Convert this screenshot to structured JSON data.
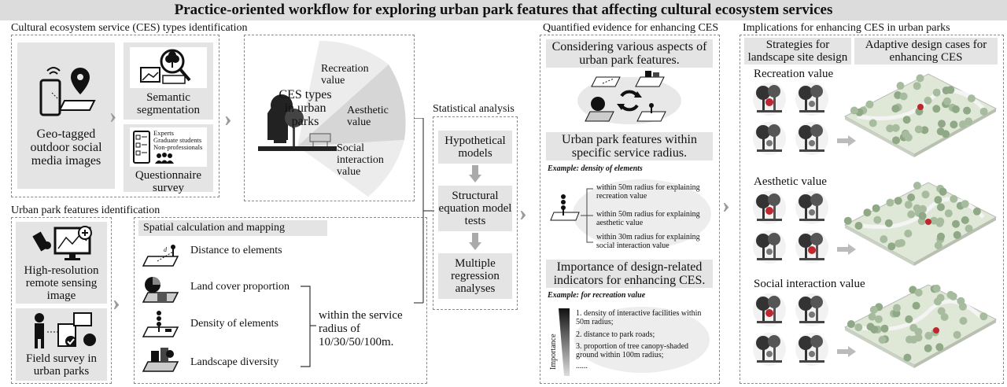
{
  "title": "Practice-oriented workflow for exploring urban park features that affecting cultural ecosystem services",
  "ces_section": {
    "title": "Cultural ecosystem service (CES) types identification",
    "geo_tagged": "Geo-tagged outdoor social media images",
    "semantic": "Semantic segmentation",
    "questionnaire": "Questionnaire survey",
    "respondents": [
      "Experts",
      "Graduate students",
      "Non-professionals"
    ],
    "ces_types_label": "CES types in urban parks",
    "recreation": "Recreation value",
    "aesthetic": "Aesthetic value",
    "social": "Social interaction value"
  },
  "features_section": {
    "title": "Urban park features identification",
    "remote": "High-resolution remote sensing image",
    "field": "Field survey in urban parks",
    "spatial_title": "Spatial calculation and mapping",
    "items": [
      "Distance to elements",
      "Land cover proportion",
      "Density of elements",
      "Landscape diversity"
    ],
    "radius": "within the service radius of 10/30/50/100m."
  },
  "stats_section": {
    "title": "Statistical analysis",
    "steps": [
      "Hypothetical models",
      "Structural equation model tests",
      "Multiple regression analyses"
    ]
  },
  "evidence_section": {
    "title": "Quantified evidence for enhancing CES",
    "aspects": "Considering various aspects of urban park features.",
    "radius_title": "Urban park features within specific service radius.",
    "example1": "Example: density of elements",
    "radius_items": [
      "within 50m radius for explaining recreation value",
      "within 50m radius for explaining aesthetic value",
      "within 30m radius for explaining social interaction value"
    ],
    "importance_title": "Importance of design-related indicators for enhancing CES.",
    "example2": "Example: for recreation value",
    "importance_label": "Importance",
    "importance_items": [
      "1. density of interactive facilities within 50m radius;",
      "2. distance to park roads;",
      "3. proportion of tree canopy-shaded ground within 100m radius;",
      "......"
    ]
  },
  "implications_section": {
    "title": "Implications for enhancing CES in urban parks",
    "strategies": "Strategies for landscape site design",
    "cases": "Adaptive design cases for enhancing CES",
    "rows": [
      "Recreation value",
      "Aesthetic value",
      "Social interaction value"
    ]
  }
}
